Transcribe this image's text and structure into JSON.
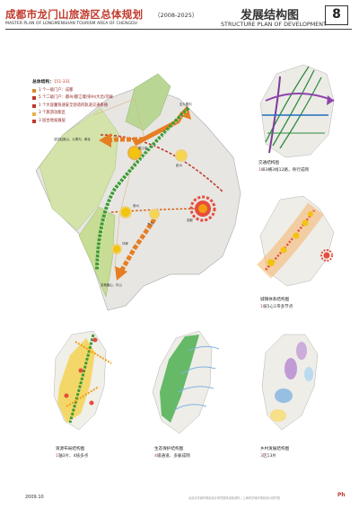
{
  "header": {
    "title_cn": "成都市龙门山旅游区总体规划",
    "years": "（2008-2025）",
    "title_en": "MASTER PLAN OF LONGMENSHAN TOURISM AREA OF CHENGDU",
    "right_title_cn": "发展结构图",
    "right_title_en": "STRUCTURE PLAN OF DEVELOPMENT",
    "page_number": "8"
  },
  "legend": {
    "label": "总体结构：",
    "label_value": "151-331",
    "items": [
      {
        "text": "1 个一级门户：成都",
        "color": "#d98a2b"
      },
      {
        "text": "5 个二级门户：都州/都江堰/崇州/大邑/邛崃",
        "color": "#c0392b"
      },
      {
        "text": "1 个大容量快速安全舒适的轨道交通系统",
        "color": "#c0392b"
      },
      {
        "text": "3 个旅游功能区",
        "color": "#e8b04a"
      },
      {
        "text": "3 层台地发展层",
        "color": "#c0392b"
      }
    ]
  },
  "map_labels": {
    "top_right": "至九寨沟",
    "left": "至四姑娘山、九寨沟、黄龙",
    "bottom": "至峨眉山、乐山",
    "node_1": "都江堰",
    "node_2": "彭州",
    "node_3": "崇州",
    "node_4": "大邑",
    "node_5": "邛崃",
    "node_6": "成都"
  },
  "panels": {
    "traffic": {
      "title": "交通结构图",
      "subtitle_a": "1",
      "subtitle_b": "纵3横3线12路，骨行成网"
    },
    "urban": {
      "title": "城镇体系结构图",
      "subtitle_a": "1",
      "subtitle_b": "核5心1带多节点"
    },
    "resource": {
      "title": "资源布局结构图",
      "subtitle_a": "1",
      "subtitle_b": "轴3片、4核多点"
    },
    "ecology": {
      "title": "生态保护结构图",
      "subtitle_a": "4",
      "subtitle_b": "级通道、多廊成网"
    },
    "village": {
      "title": "乡村发展结构图",
      "subtitle_a": "3",
      "subtitle_b": "区13片"
    }
  },
  "footer": {
    "date": "2009.10",
    "note": "北京清华城市规划设计研究院风景旅游所 / 上海同济城市规划设计研究院",
    "logo": "Ph"
  }
}
